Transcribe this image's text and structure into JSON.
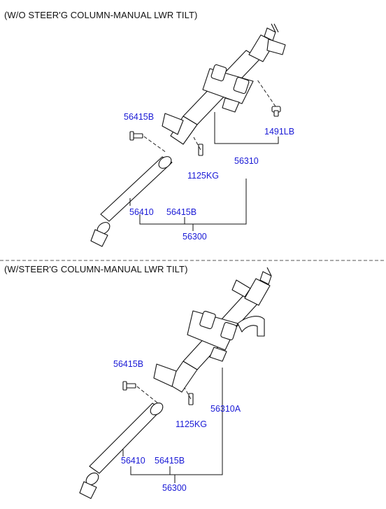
{
  "colors": {
    "label": "#1a1ad6",
    "line": "#111111",
    "heading": "#111111"
  },
  "sections": [
    {
      "heading": "(W/O STEER'G COLUMN-MANUAL LWR TILT)",
      "parts": {
        "p1": "56415B",
        "p2": "1491LB",
        "p3": "56310",
        "p4": "1125KG",
        "p5": "56410",
        "p6": "56415B",
        "p7": "56300"
      }
    },
    {
      "heading": "(W/STEER'G COLUMN-MANUAL LWR TILT)",
      "parts": {
        "p1": "56415B",
        "p2": "56310A",
        "p3": "1125KG",
        "p4": "56410",
        "p5": "56415B",
        "p6": "56300"
      }
    }
  ]
}
